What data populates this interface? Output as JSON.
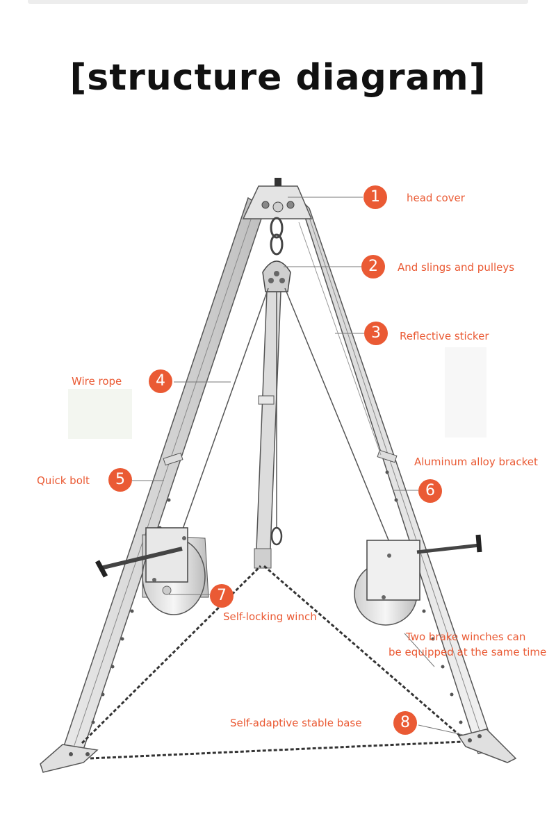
{
  "title": "[structure diagram]",
  "accent_color": "#ea5a34",
  "callouts": [
    {
      "number": "1",
      "label": "head cover"
    },
    {
      "number": "2",
      "label": "And slings and pulleys"
    },
    {
      "number": "3",
      "label": "Reflective sticker"
    },
    {
      "number": "4",
      "label": "Wire rope"
    },
    {
      "number": "5",
      "label": "Quick bolt"
    },
    {
      "number": "6",
      "label": "Aluminum alloy bracket"
    },
    {
      "number": "7",
      "label": "Self-locking winch"
    },
    {
      "number": "8",
      "label": "Self-adaptive stable base"
    }
  ],
  "note": {
    "line1": "Two brake winches can",
    "line2": "be equipped at the same time"
  }
}
